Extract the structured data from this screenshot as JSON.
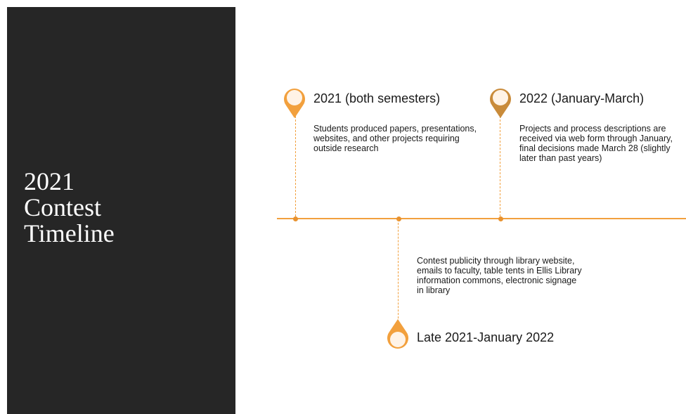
{
  "slide": {
    "title": "2021\nContest\nTimeline"
  },
  "colors": {
    "panel": "#262626",
    "accent": "#F2A03D",
    "accent_dark": "#C98B3A",
    "pin_fill": "#FFF3E6"
  },
  "events": [
    {
      "title": "2021 (both semesters)",
      "description": "Students produced papers, presentations, websites, and other projects requiring outside research",
      "icon": "map-pin-icon"
    },
    {
      "title": "2022 (January-March)",
      "description": "Projects and process descriptions are received via web form through January, final decisions made March 28 (slightly later than past years)",
      "icon": "map-pin-icon"
    },
    {
      "title": "Late 2021-January 2022",
      "description": "Contest publicity through library website, emails to faculty, table tents in Ellis Library information commons, electronic signage in library",
      "icon": "map-pin-icon"
    }
  ]
}
